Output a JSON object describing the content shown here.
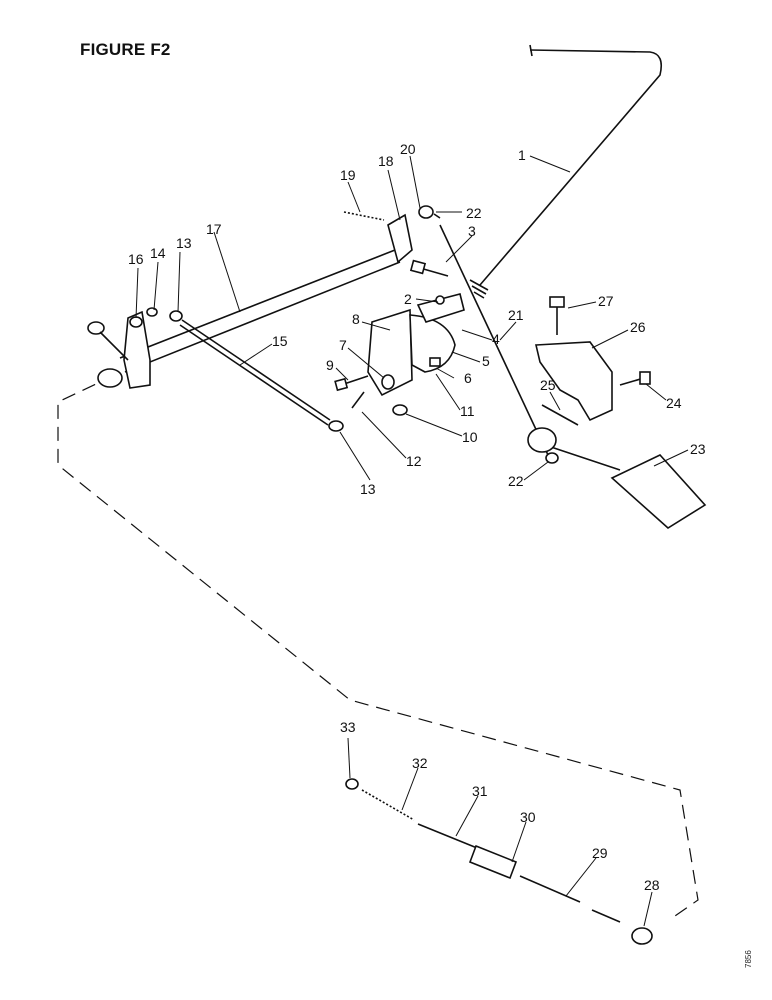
{
  "figure": {
    "title": "FIGURE F2",
    "ref_code": "7856"
  },
  "callouts": [
    {
      "id": "c1",
      "label": "1"
    },
    {
      "id": "c2",
      "label": "2"
    },
    {
      "id": "c3",
      "label": "3"
    },
    {
      "id": "c4",
      "label": "4"
    },
    {
      "id": "c5",
      "label": "5"
    },
    {
      "id": "c6",
      "label": "6"
    },
    {
      "id": "c7",
      "label": "7"
    },
    {
      "id": "c8",
      "label": "8"
    },
    {
      "id": "c9",
      "label": "9"
    },
    {
      "id": "c10",
      "label": "10"
    },
    {
      "id": "c11",
      "label": "11"
    },
    {
      "id": "c12",
      "label": "12"
    },
    {
      "id": "c13a",
      "label": "13"
    },
    {
      "id": "c13b",
      "label": "13"
    },
    {
      "id": "c14",
      "label": "14"
    },
    {
      "id": "c15",
      "label": "15"
    },
    {
      "id": "c16",
      "label": "16"
    },
    {
      "id": "c17",
      "label": "17"
    },
    {
      "id": "c18",
      "label": "18"
    },
    {
      "id": "c19",
      "label": "19"
    },
    {
      "id": "c20",
      "label": "20"
    },
    {
      "id": "c21",
      "label": "21"
    },
    {
      "id": "c22a",
      "label": "22"
    },
    {
      "id": "c22b",
      "label": "22"
    },
    {
      "id": "c23",
      "label": "23"
    },
    {
      "id": "c24",
      "label": "24"
    },
    {
      "id": "c25",
      "label": "25"
    },
    {
      "id": "c26",
      "label": "26"
    },
    {
      "id": "c27",
      "label": "27"
    },
    {
      "id": "c28",
      "label": "28"
    },
    {
      "id": "c29",
      "label": "29"
    },
    {
      "id": "c30",
      "label": "30"
    },
    {
      "id": "c31",
      "label": "31"
    },
    {
      "id": "c32",
      "label": "32"
    },
    {
      "id": "c33",
      "label": "33"
    }
  ]
}
